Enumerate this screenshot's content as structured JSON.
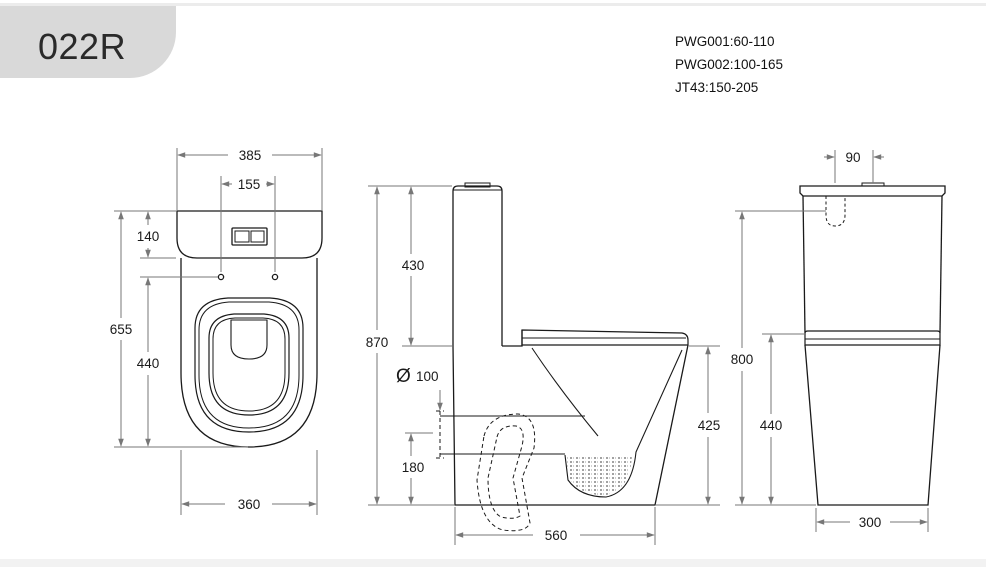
{
  "header": {
    "model": "022R"
  },
  "specs": [
    "PWG001:60-110",
    "PWG002:100-165",
    "JT43:150-205"
  ],
  "top_view": {
    "overall_width": "385",
    "button_spacing": "155",
    "tank_depth": "140",
    "overall_length": "655",
    "bowl_length": "440",
    "base_width": "360"
  },
  "side_view": {
    "total_height": "870",
    "tank_height": "430",
    "outlet_diameter_symbol": "Ø",
    "outlet_diameter": "100",
    "outlet_height": "180",
    "seat_height": "425",
    "base_length": "560"
  },
  "front_view": {
    "button_width": "90",
    "height": "800",
    "bowl_height": "440",
    "base_width": "300"
  },
  "colors": {
    "tab_background": "#d9d9d9",
    "line": "#1a1a1a",
    "dimension": "#777777"
  }
}
